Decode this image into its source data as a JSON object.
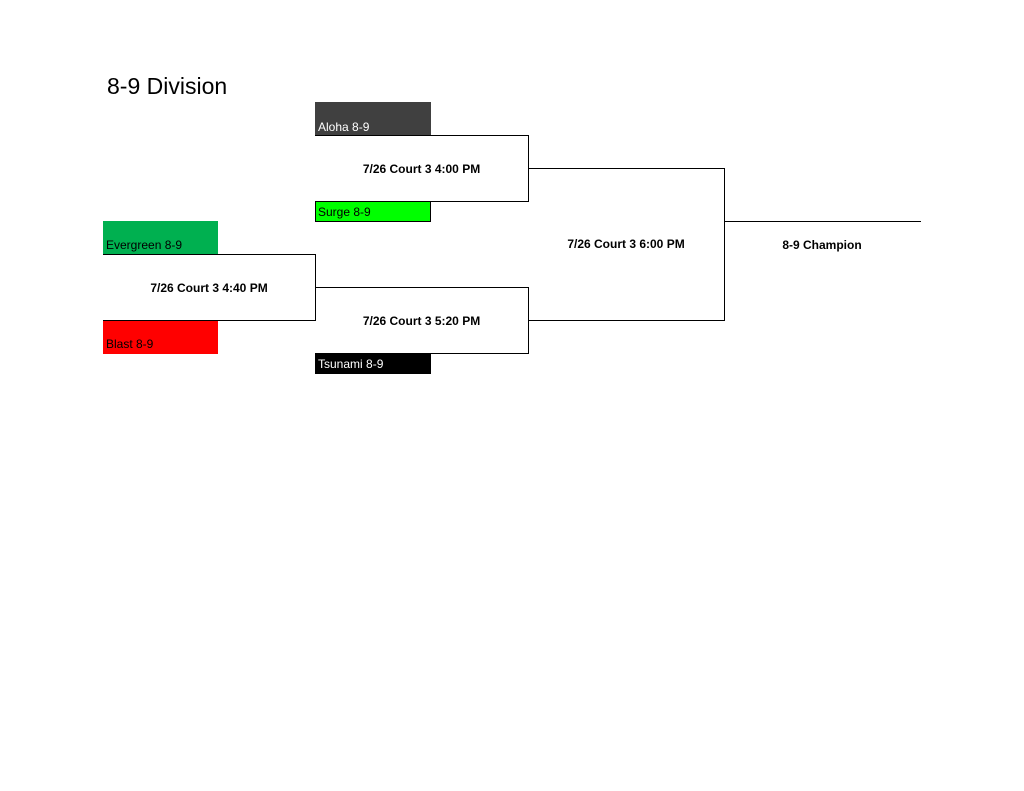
{
  "title": "8-9 Division",
  "teams": {
    "aloha": {
      "name": "Aloha 8-9",
      "bg": "#404040",
      "fg": "#ffffff"
    },
    "surge": {
      "name": "Surge 8-9",
      "bg": "#00ff00",
      "fg": "#000000"
    },
    "evergreen": {
      "name": "Evergreen 8-9",
      "bg": "#00b050",
      "fg": "#000000"
    },
    "blast": {
      "name": "Blast 8-9",
      "bg": "#ff0000",
      "fg": "#000000"
    },
    "tsunami": {
      "name": "Tsunami 8-9",
      "bg": "#000000",
      "fg": "#ffffff"
    }
  },
  "games": {
    "g1": "7/26 Court 3 4:00 PM",
    "g2": "7/26 Court 3 4:40 PM",
    "g3": "7/26 Court 3 5:20 PM",
    "final": "7/26 Court 3 6:00 PM"
  },
  "champion": "8-9 Champion"
}
